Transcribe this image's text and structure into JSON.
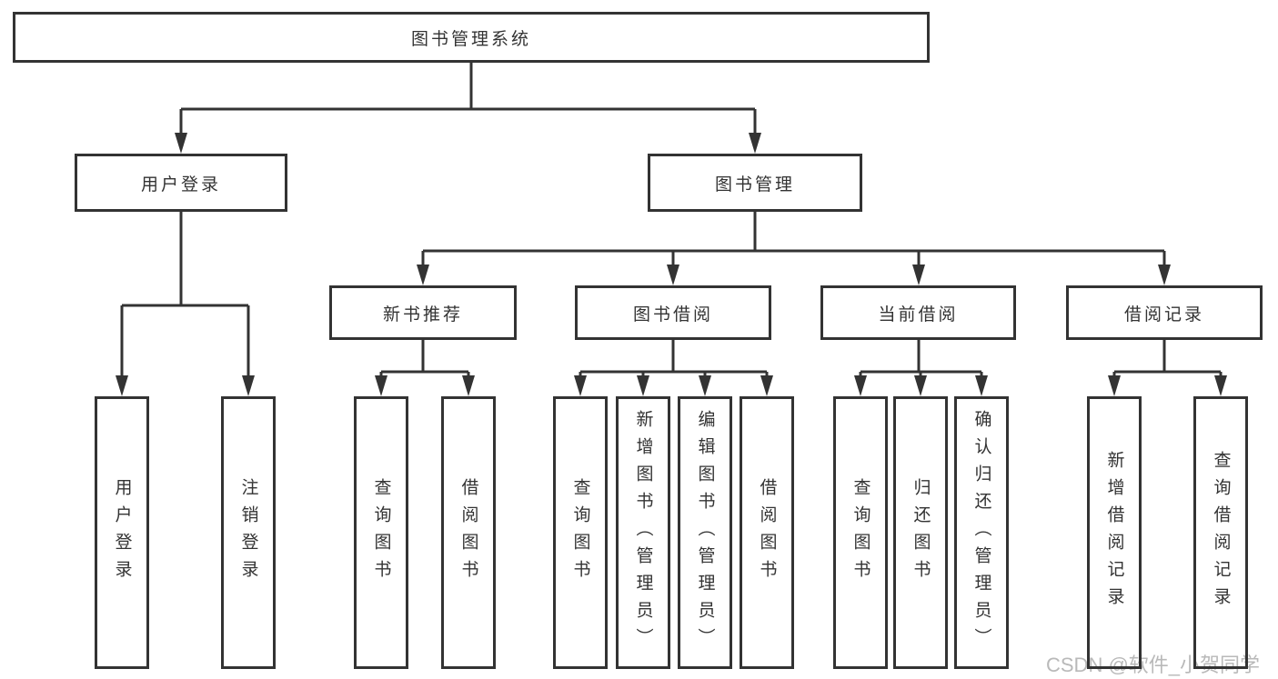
{
  "root": {
    "label": "图书管理系统"
  },
  "tree": {
    "branches": [
      {
        "label": "用户登录",
        "leaves": [
          "用户登录",
          "注销登录"
        ]
      },
      {
        "label": "图书管理",
        "groups": [
          {
            "label": "新书推荐",
            "leaves": [
              "查询图书",
              "借阅图书"
            ]
          },
          {
            "label": "图书借阅",
            "leaves": [
              "查询图书",
              "新增图书（管理员）",
              "编辑图书（管理员）",
              "借阅图书"
            ]
          },
          {
            "label": "当前借阅",
            "leaves": [
              "查询图书",
              "归还图书",
              "确认归还（管理员）"
            ]
          },
          {
            "label": "借阅记录",
            "leaves": [
              "新增借阅记录",
              "查询借阅记录"
            ]
          }
        ]
      }
    ]
  },
  "watermark": {
    "text": "CSDN @软件_小贺同学"
  },
  "colors": {
    "line": "#333333",
    "text": "#333333",
    "watermark": "#b9b9b9",
    "background": "#ffffff"
  }
}
